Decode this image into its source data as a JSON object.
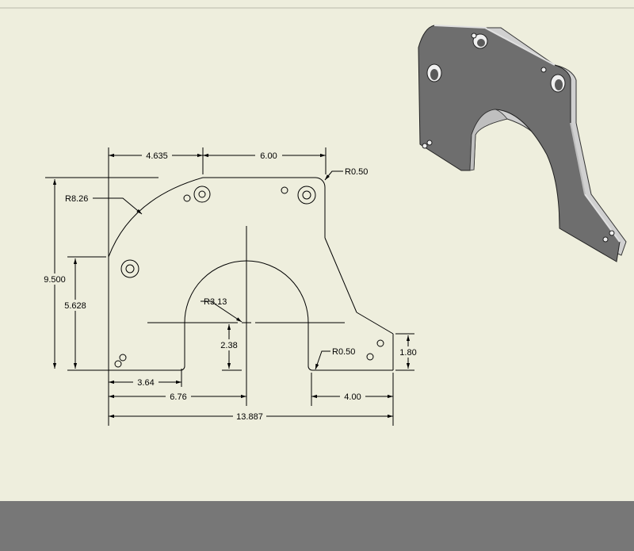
{
  "colors": {
    "sheet_background": "#EEEEDD",
    "frame_gray": "#777777",
    "line": "#000000",
    "part_face": "#6E6E6E",
    "part_edge": "#C8C8C8"
  },
  "drawing": {
    "dimensions": {
      "width_upper_left": "4.635",
      "width_upper_right": "6.00",
      "corner_radius_top": "R0.50",
      "arc_radius_large": "R8.26",
      "overall_height": "9.500",
      "left_edge_height": "5.628",
      "slot_radius": "R3.13",
      "slot_straight_height": "2.38",
      "corner_radius_slot": "R0.50",
      "right_step_height": "1.80",
      "slot_left_offset": "3.64",
      "slot_center_offset": "6.76",
      "right_leg_width": "4.00",
      "overall_width": "13.887"
    }
  },
  "isometric_view": {
    "icon": "3d-part-view"
  }
}
